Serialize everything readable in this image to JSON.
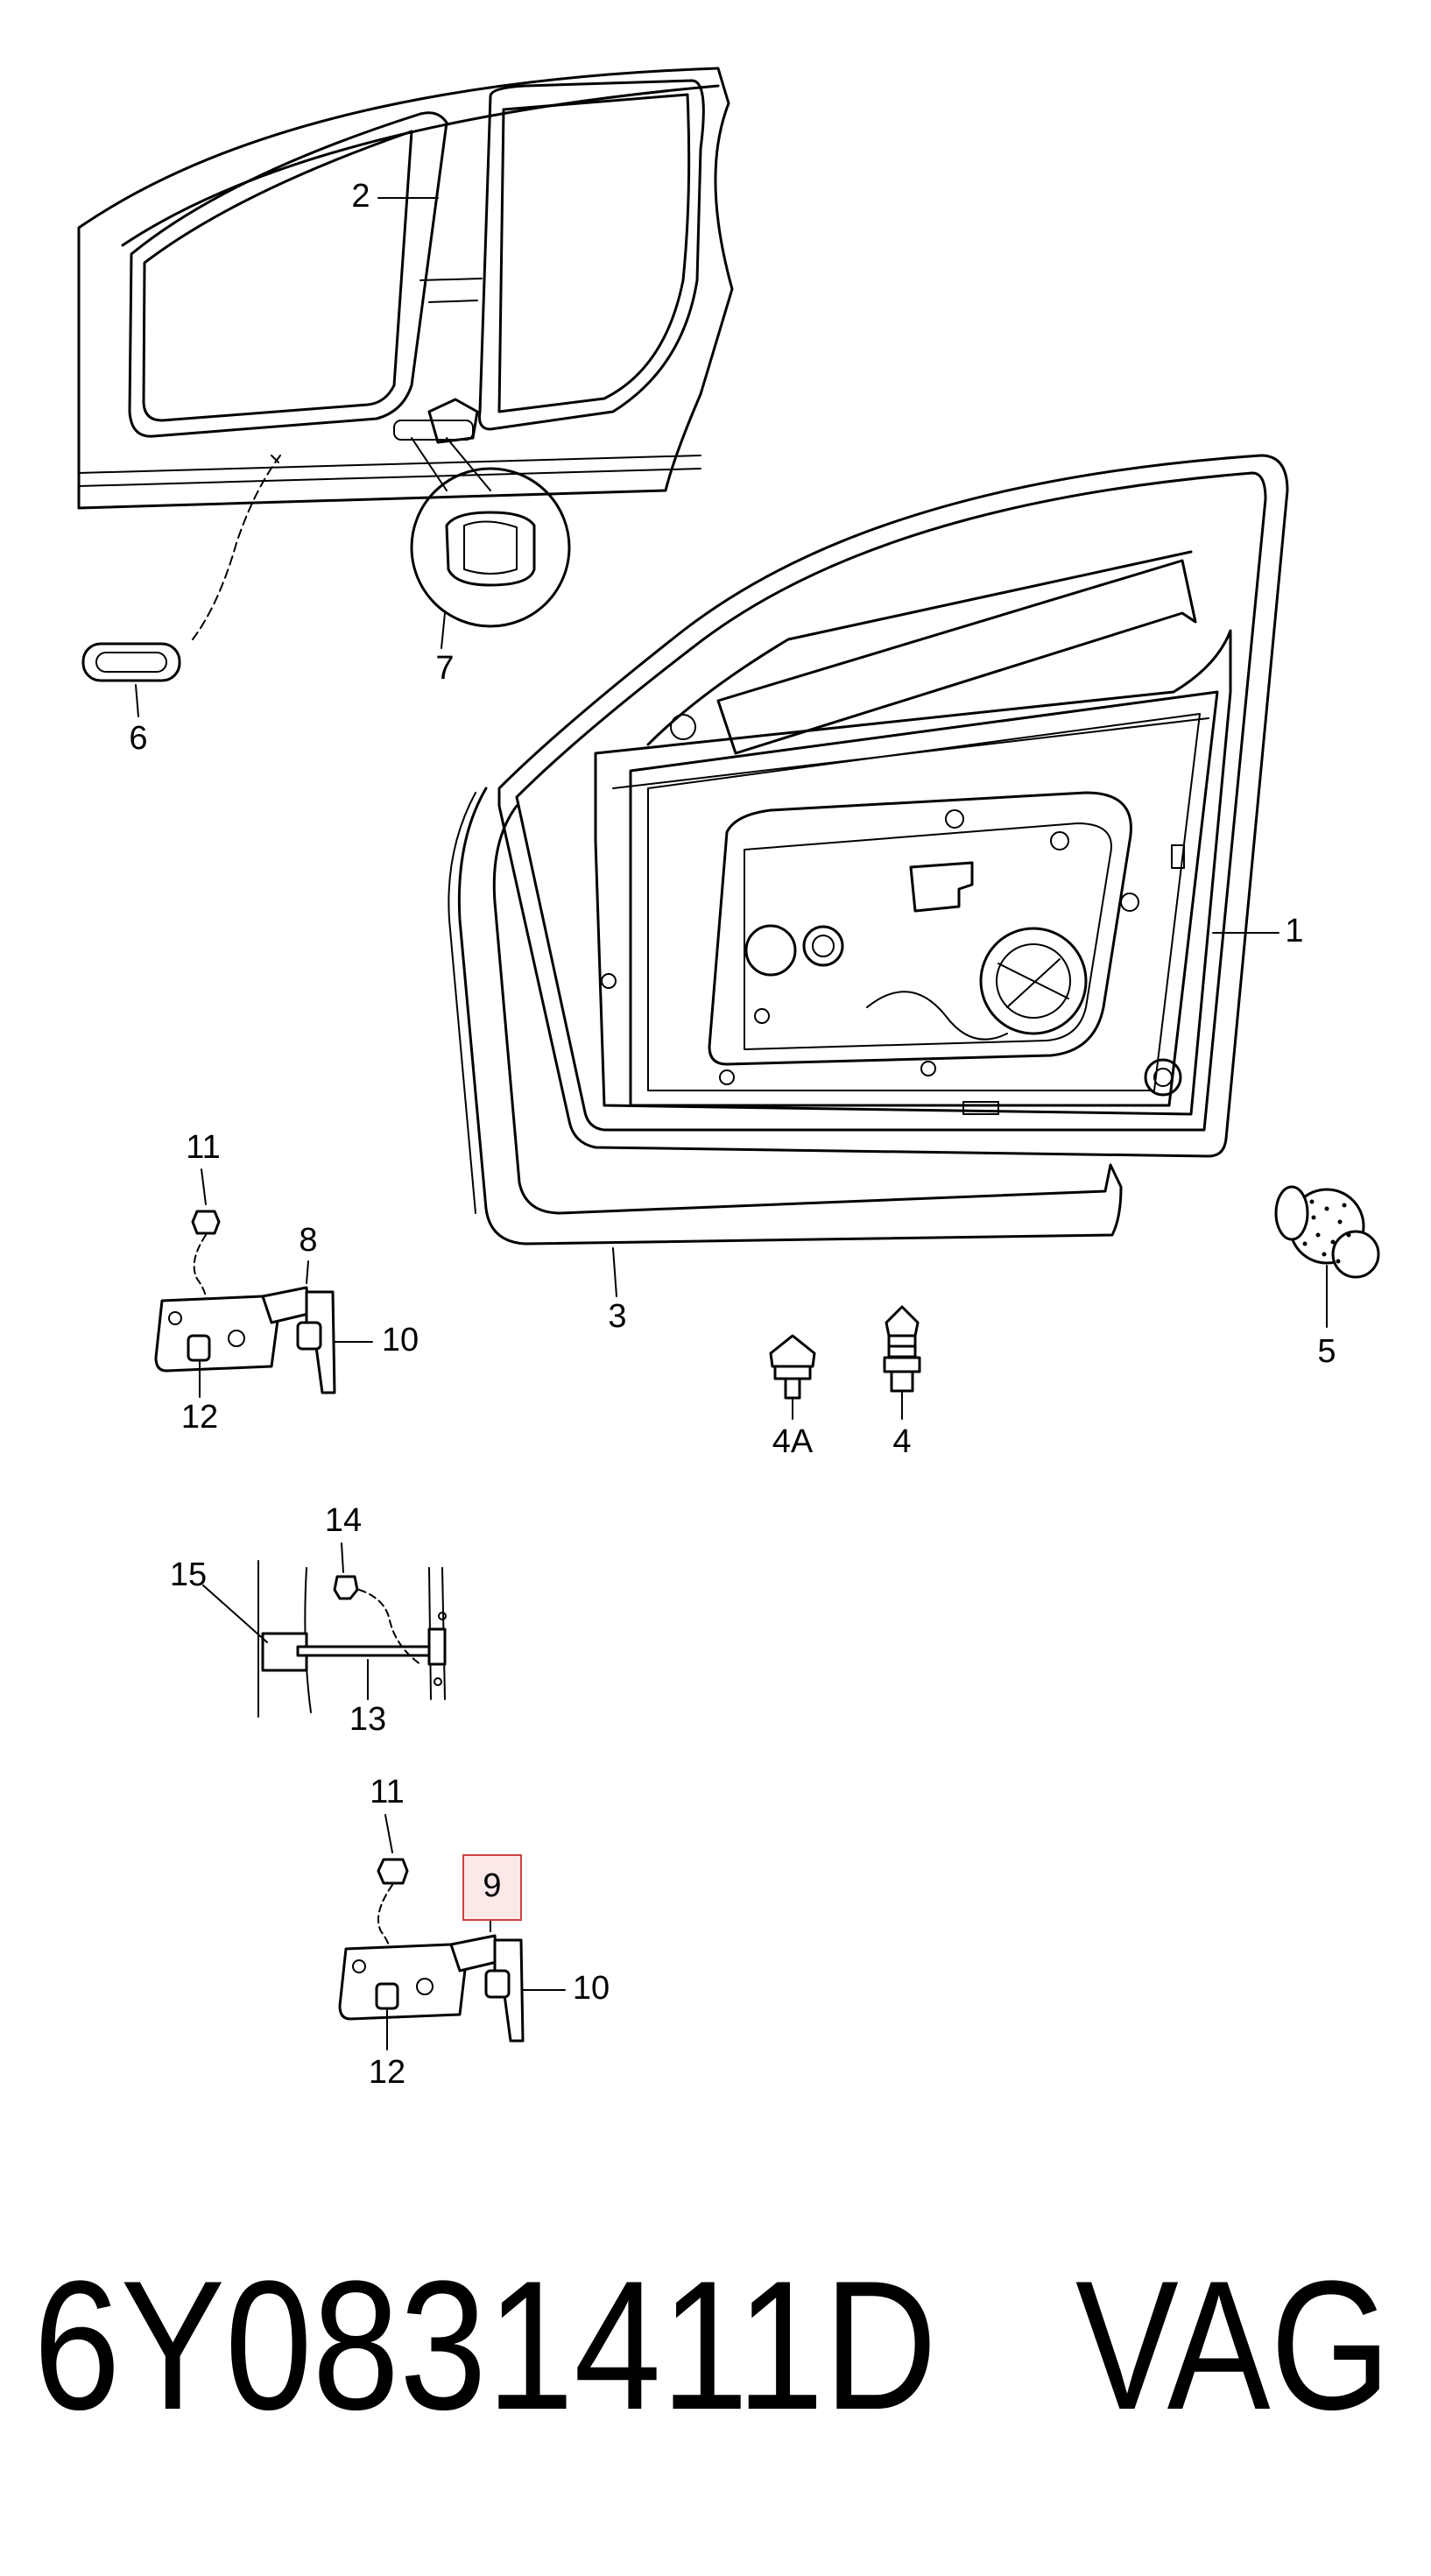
{
  "callouts": {
    "c1": "1",
    "c2": "2",
    "c3": "3",
    "c4": "4",
    "c4a": "4A",
    "c5": "5",
    "c6": "6",
    "c7": "7",
    "c8": "8",
    "c9": "9",
    "c10a": "10",
    "c10b": "10",
    "c11a": "11",
    "c11b": "11",
    "c12a": "12",
    "c12b": "12",
    "c13": "13",
    "c14": "14",
    "c15": "15"
  },
  "footer": {
    "part_number": "6Y0831411D",
    "brand": "VAG"
  },
  "colors": {
    "ink": "#000000",
    "highlight_fill": "#fde8e8",
    "highlight_stroke": "#d04040"
  }
}
